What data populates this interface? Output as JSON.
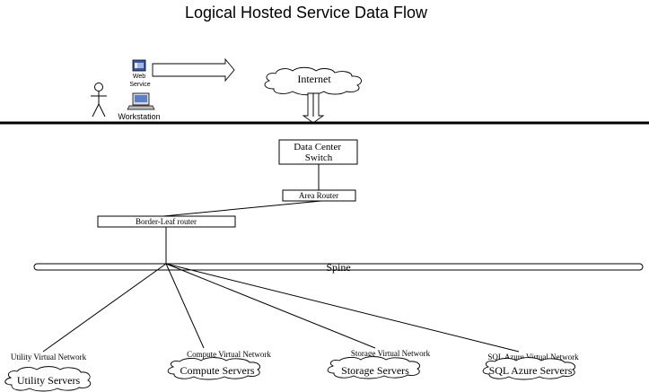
{
  "title": "Logical Hosted Service Data Flow",
  "nodes": {
    "web_service": "Web Service",
    "workstation": "Workstation",
    "internet": "Internet",
    "data_center_switch": "Data Center Switch",
    "area_router": "Area Router",
    "border_leaf_router": "Border-Leaf router",
    "spine": "Spine"
  },
  "networks": [
    {
      "network_label": "Utility Virtual Network",
      "servers_label": "Utility Servers"
    },
    {
      "network_label": "Compute Virtual Network",
      "servers_label": "Compute Servers"
    },
    {
      "network_label": "Storage Virtual Network",
      "servers_label": "Storage Servers"
    },
    {
      "network_label": "SQL Azure Virtual Network",
      "servers_label": "SQL Azure Servers"
    }
  ]
}
